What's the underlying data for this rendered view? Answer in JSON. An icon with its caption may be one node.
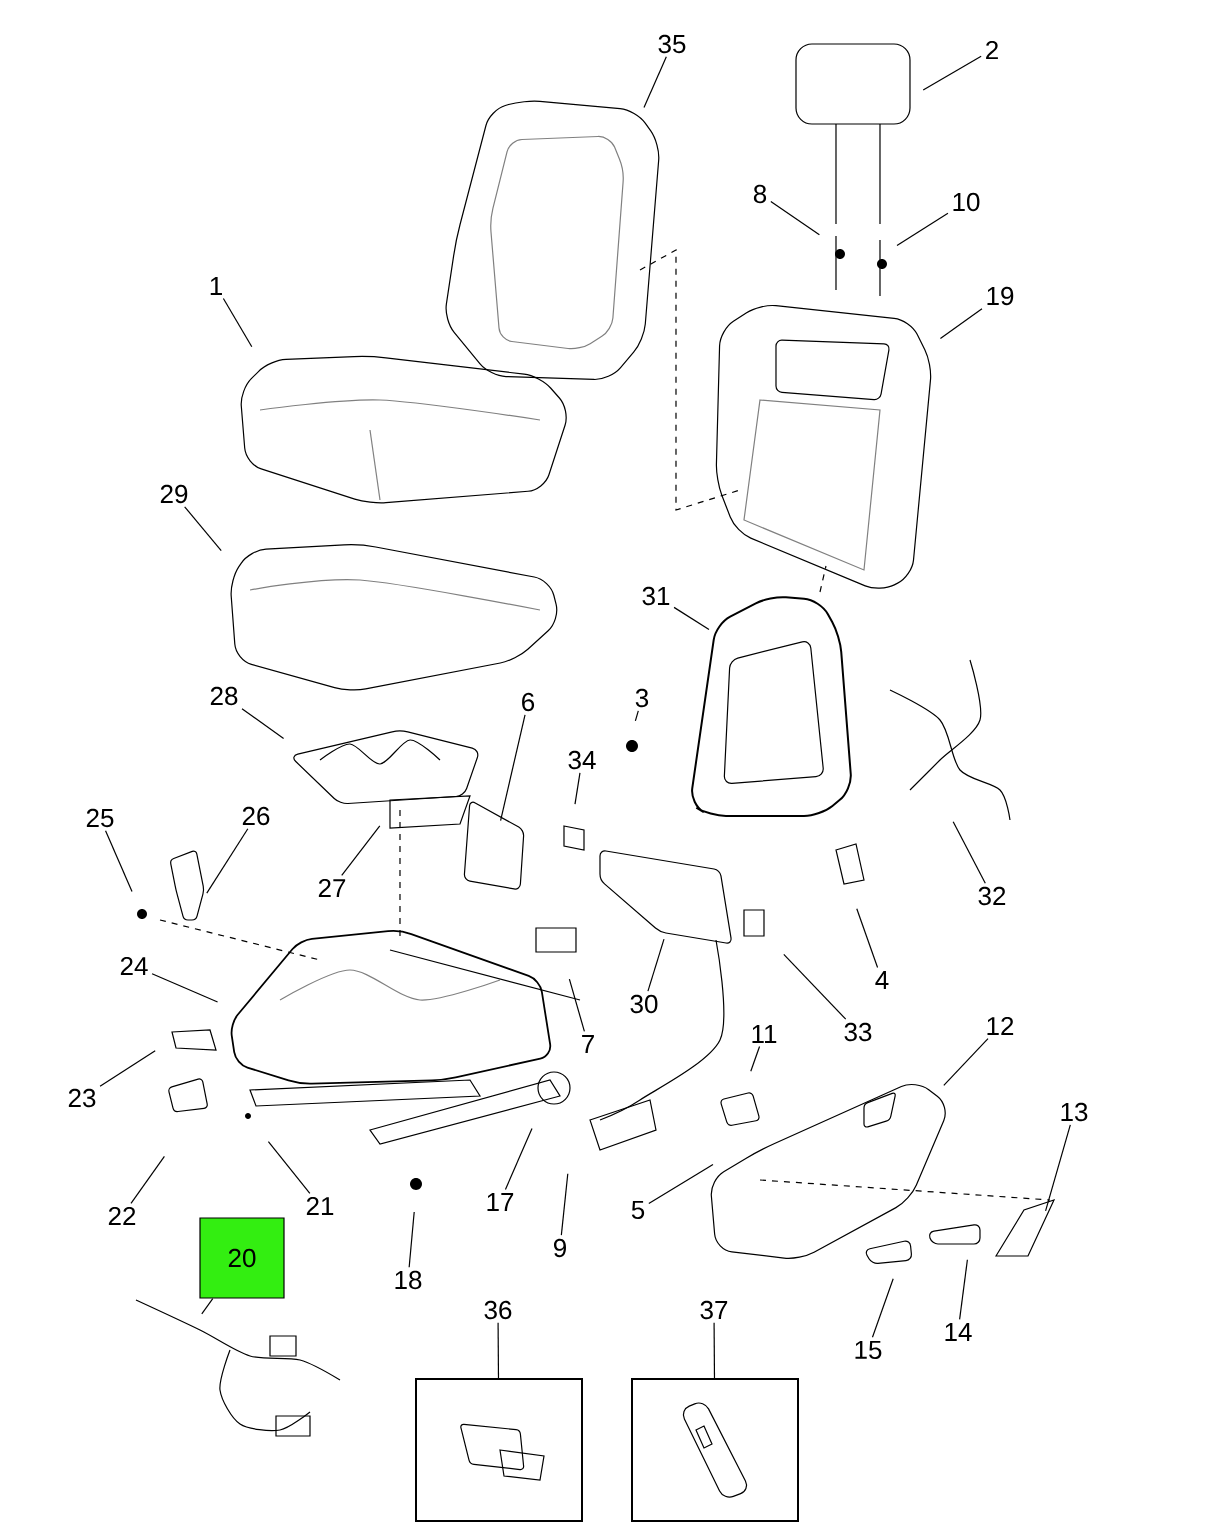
{
  "diagram": {
    "nodes": [
      {
        "text": [
          "35"
        ]
      },
      {
        "text": [
          "2"
        ]
      },
      {
        "text": [
          "8"
        ]
      },
      {
        "text": [
          "10"
        ]
      },
      {
        "text": [
          "1"
        ]
      },
      {
        "text": [
          "19"
        ]
      },
      {
        "text": [
          "29"
        ]
      },
      {
        "text": [
          "31"
        ]
      },
      {
        "text": [
          "28"
        ]
      },
      {
        "text": [
          "6"
        ]
      },
      {
        "text": [
          "3"
        ]
      },
      {
        "text": [
          "34"
        ]
      },
      {
        "text": [
          "25"
        ]
      },
      {
        "text": [
          "26"
        ]
      },
      {
        "text": [
          "27"
        ]
      },
      {
        "text": [
          "32"
        ]
      },
      {
        "text": [
          "24"
        ]
      },
      {
        "text": [
          "30"
        ]
      },
      {
        "text": [
          "4"
        ]
      },
      {
        "text": [
          "7"
        ]
      },
      {
        "text": [
          "33"
        ]
      },
      {
        "text": [
          "11"
        ]
      },
      {
        "text": [
          "12"
        ]
      },
      {
        "text": [
          "23"
        ]
      },
      {
        "text": [
          "13"
        ]
      },
      {
        "text": [
          "17"
        ]
      },
      {
        "text": [
          "22"
        ]
      },
      {
        "text": [
          "21"
        ]
      },
      {
        "text": [
          "5"
        ]
      },
      {
        "text": [
          "9"
        ]
      },
      {
        "text": [
          "20"
        ]
      },
      {
        "text": [
          "18"
        ]
      },
      {
        "text": [
          "15"
        ]
      },
      {
        "text": [
          "14"
        ]
      },
      {
        "text": [
          "36"
        ]
      },
      {
        "text": [
          "37"
        ]
      },
      {
        "text": [],
        "shape": "box"
      },
      {
        "text": [],
        "shape": "box"
      }
    ],
    "edges": [
      {
        "from": 0,
        "to": null,
        "arrow": "none"
      },
      {
        "from": 1,
        "to": null,
        "arrow": "none"
      },
      {
        "from": 2,
        "to": null,
        "arrow": "none"
      },
      {
        "from": 3,
        "to": null,
        "arrow": "none"
      },
      {
        "from": 4,
        "to": null,
        "arrow": "none"
      },
      {
        "from": 5,
        "to": null,
        "arrow": "none"
      },
      {
        "from": 6,
        "to": null,
        "arrow": "none"
      },
      {
        "from": 7,
        "to": null,
        "arrow": "none"
      },
      {
        "from": 8,
        "to": null,
        "arrow": "none"
      },
      {
        "from": 9,
        "to": null,
        "arrow": "none"
      },
      {
        "from": 10,
        "to": null,
        "arrow": "none"
      },
      {
        "from": 11,
        "to": null,
        "arrow": "none"
      },
      {
        "from": 12,
        "to": null,
        "arrow": "none"
      },
      {
        "from": 13,
        "to": null,
        "arrow": "none"
      },
      {
        "from": 14,
        "to": null,
        "arrow": "none"
      },
      {
        "from": 15,
        "to": null,
        "arrow": "none"
      },
      {
        "from": 16,
        "to": null,
        "arrow": "none"
      },
      {
        "from": 17,
        "to": null,
        "arrow": "none"
      },
      {
        "from": 18,
        "to": null,
        "arrow": "none"
      },
      {
        "from": 19,
        "to": null,
        "arrow": "none"
      },
      {
        "from": 20,
        "to": null,
        "arrow": "none"
      },
      {
        "from": 21,
        "to": null,
        "arrow": "none"
      },
      {
        "from": 22,
        "to": null,
        "arrow": "none"
      },
      {
        "from": 23,
        "to": null,
        "arrow": "none"
      },
      {
        "from": 24,
        "to": null,
        "arrow": "none"
      },
      {
        "from": 25,
        "to": null,
        "arrow": "none"
      },
      {
        "from": 26,
        "to": null,
        "arrow": "none"
      },
      {
        "from": 27,
        "to": null,
        "arrow": "none"
      },
      {
        "from": 28,
        "to": null,
        "arrow": "none"
      },
      {
        "from": 29,
        "to": null,
        "arrow": "none"
      },
      {
        "from": 30,
        "to": null,
        "arrow": "none"
      },
      {
        "from": 31,
        "to": null,
        "arrow": "none"
      },
      {
        "from": 32,
        "to": null,
        "arrow": "none"
      },
      {
        "from": 33,
        "to": null,
        "arrow": "none"
      },
      {
        "from": 34,
        "to": 36,
        "arrow": "none"
      },
      {
        "from": 35,
        "to": 37,
        "arrow": "none"
      }
    ]
  }
}
